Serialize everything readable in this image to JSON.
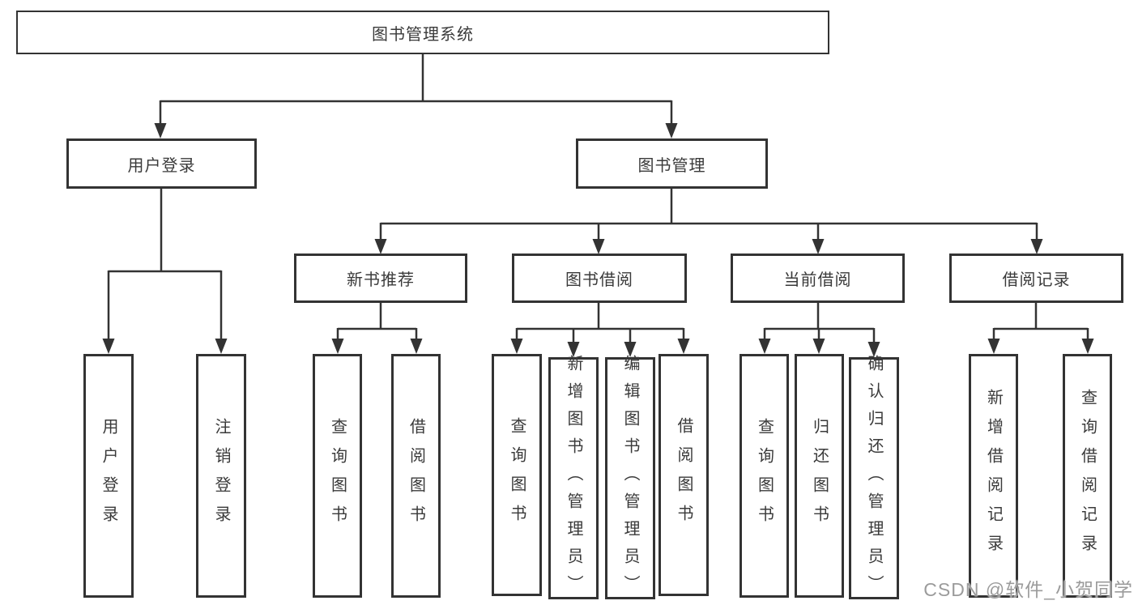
{
  "diagram": {
    "root": {
      "label": "图书管理系统"
    },
    "branches": [
      {
        "label": "用户登录",
        "leaves": [
          {
            "label": "用户登录"
          },
          {
            "label": "注销登录"
          }
        ]
      },
      {
        "label": "图书管理",
        "children": [
          {
            "label": "新书推荐",
            "leaves": [
              {
                "label": "查询图书"
              },
              {
                "label": "借阅图书"
              }
            ]
          },
          {
            "label": "图书借阅",
            "leaves": [
              {
                "label": "查询图书"
              },
              {
                "label": "新增图书（管理员）"
              },
              {
                "label": "编辑图书（管理员）"
              },
              {
                "label": "借阅图书"
              }
            ]
          },
          {
            "label": "当前借阅",
            "leaves": [
              {
                "label": "查询图书"
              },
              {
                "label": "归还图书"
              },
              {
                "label": "确认归还（管理员）"
              }
            ]
          },
          {
            "label": "借阅记录",
            "leaves": [
              {
                "label": "新增借阅记录"
              },
              {
                "label": "查询借阅记录"
              }
            ]
          }
        ]
      }
    ]
  },
  "watermark": {
    "text": "CSDN @软件_小贺同学"
  },
  "colors": {
    "line": "#333333",
    "text": "#3a3a3a",
    "background": "#ffffff",
    "watermark": "#9b9b9b"
  }
}
